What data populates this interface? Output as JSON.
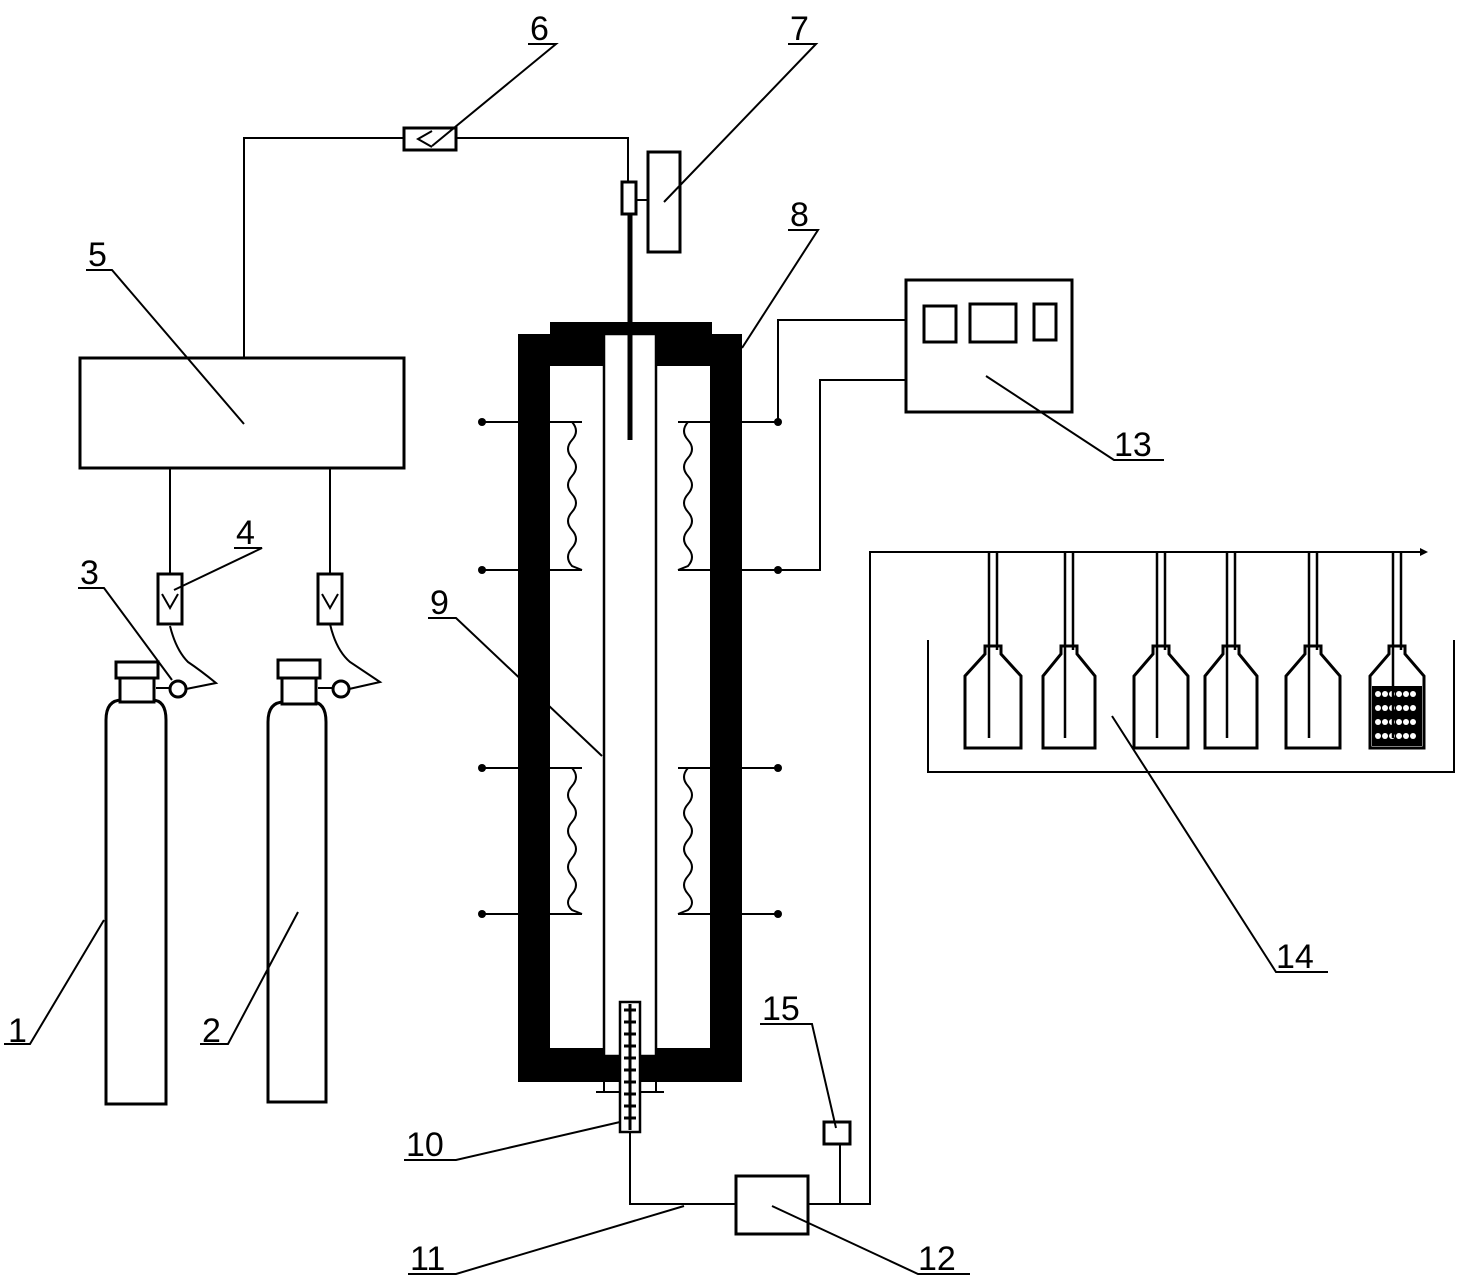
{
  "labels": {
    "n1": "1",
    "n2": "2",
    "n3": "3",
    "n4": "4",
    "n5": "5",
    "n6": "6",
    "n7": "7",
    "n8": "8",
    "n9": "9",
    "n10": "10",
    "n11": "11",
    "n12": "12",
    "n13": "13",
    "n14": "14",
    "n15": "15"
  },
  "colors": {
    "stroke": "#000000",
    "background": "#ffffff"
  }
}
